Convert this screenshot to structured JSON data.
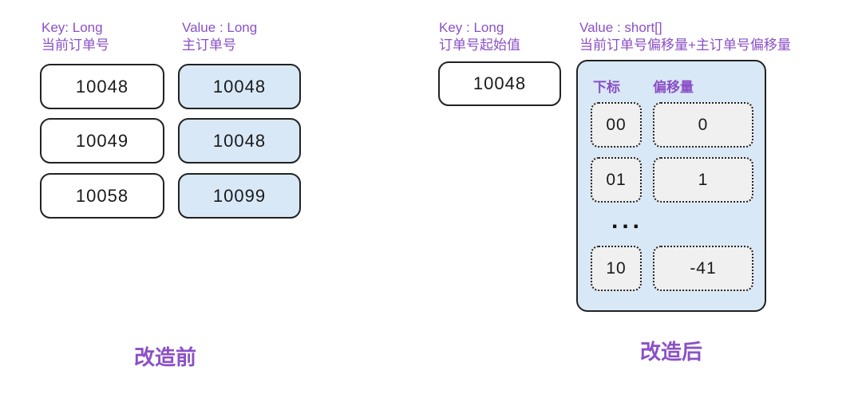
{
  "colors": {
    "accent_purple": "#8B50C6",
    "value_box_blue": "#D8E8F7",
    "array_cell_gray": "#F0F0F0",
    "border_dark": "#222222",
    "background": "#ffffff"
  },
  "before": {
    "key_header": {
      "line1": "Key: Long",
      "line2": "当前订单号"
    },
    "value_header": {
      "line1": "Value : Long",
      "line2": "主订单号"
    },
    "rows": [
      {
        "key": "10048",
        "value": "10048"
      },
      {
        "key": "10049",
        "value": "10048"
      },
      {
        "key": "10058",
        "value": "10099"
      }
    ],
    "caption": "改造前"
  },
  "after": {
    "key_header": {
      "line1": "Key : Long",
      "line2": "订单号起始值"
    },
    "value_header": {
      "line1": "Value : short[]",
      "line2": "当前订单号偏移量+主订单号偏移量"
    },
    "key_value": "10048",
    "array": {
      "index_header": "下标",
      "offset_header": "偏移量",
      "rows": [
        {
          "index": "00",
          "offset": "0"
        },
        {
          "index": "01",
          "offset": "1"
        },
        {
          "index": "10",
          "offset": "-41"
        }
      ],
      "ellipsis": "..."
    },
    "caption": "改造后"
  }
}
